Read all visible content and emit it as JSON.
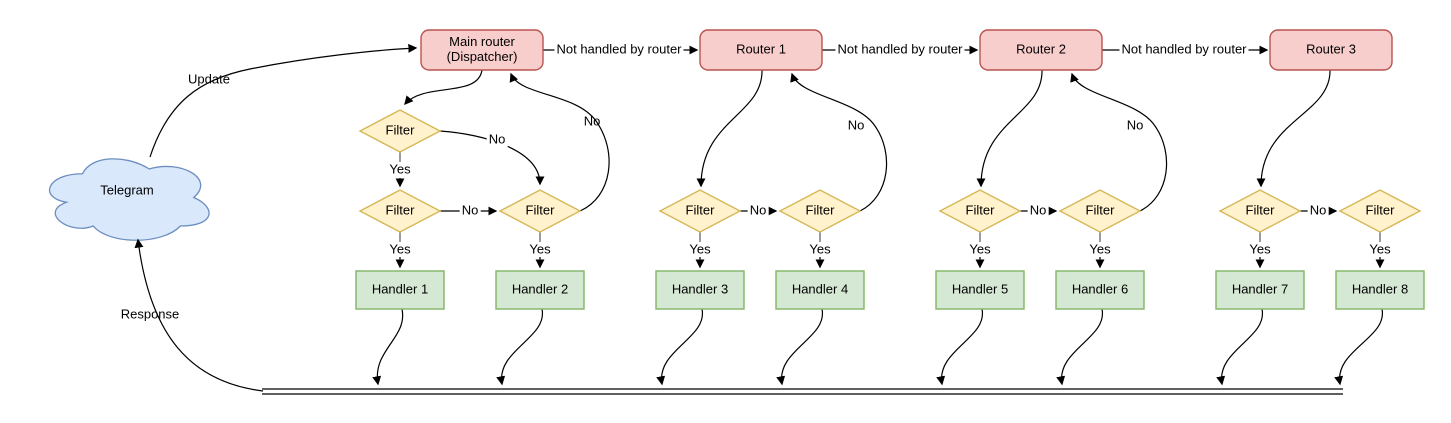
{
  "labels": {
    "telegram": "Telegram",
    "update": "Update",
    "response": "Response",
    "not_handled": "Not handled by router",
    "yes": "Yes",
    "no": "No",
    "filter": "Filter"
  },
  "nodes": {
    "dispatcher": {
      "line1": "Main router",
      "line2": "(Dispatcher)"
    },
    "routers": [
      "Router 1",
      "Router 2",
      "Router 3"
    ],
    "handlers": [
      "Handler 1",
      "Handler 2",
      "Handler 3",
      "Handler 4",
      "Handler 5",
      "Handler 6",
      "Handler 7",
      "Handler 8"
    ]
  },
  "colors": {
    "router_fill": "#f8cecc",
    "router_stroke": "#b85450",
    "filter_fill": "#fff2cc",
    "filter_stroke": "#d6b656",
    "handler_fill": "#d5e8d4",
    "handler_stroke": "#82b366",
    "cloud_fill": "#dae8fc",
    "cloud_stroke": "#6c8ebf",
    "edge": "#000000"
  }
}
